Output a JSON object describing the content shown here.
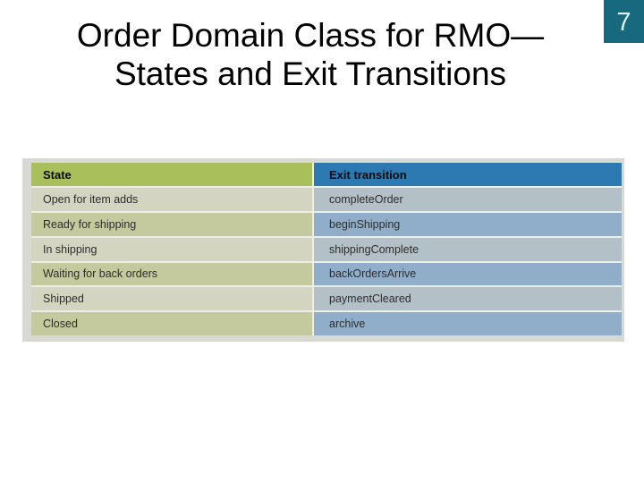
{
  "slide": {
    "title_line1": "Order Domain Class for RMO—",
    "title_line2": "States and Exit Transitions",
    "page_number": "7"
  },
  "table": {
    "header": {
      "state": "State",
      "exit": "Exit transition"
    },
    "rows": [
      {
        "state": "Open for item adds",
        "exit": "completeOrder"
      },
      {
        "state": "Ready for shipping",
        "exit": "beginShipping"
      },
      {
        "state": "In shipping",
        "exit": "shippingComplete"
      },
      {
        "state": "Waiting for back orders",
        "exit": "backOrdersArrive"
      },
      {
        "state": "Shipped",
        "exit": "paymentCleared"
      },
      {
        "state": "Closed",
        "exit": "archive"
      }
    ]
  },
  "colors": {
    "header_state_bg": "#a9bf5c",
    "header_exit_bg": "#2d7ab3",
    "state_row_light": "#d4d5c1",
    "state_row_dark": "#c4ca9d",
    "exit_row_light": "#b4c0c8",
    "exit_row_dark": "#90aec9",
    "panel_bg": "#d9d9d3",
    "page_badge_bg": "#18697e",
    "page_number_color": "#dcf2f0"
  }
}
